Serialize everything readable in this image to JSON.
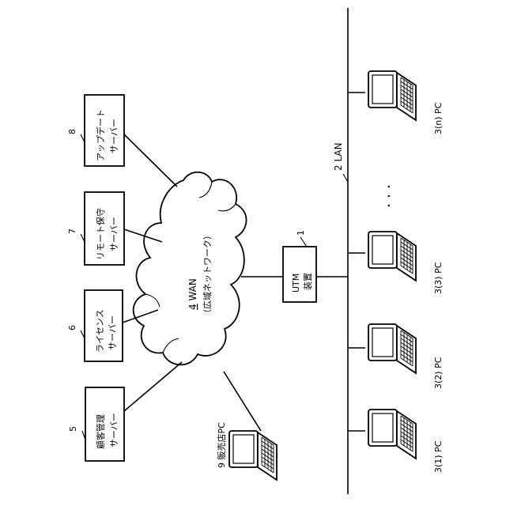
{
  "lan": {
    "number": "2",
    "label": "LAN"
  },
  "wan": {
    "number": "4",
    "name": "WAN",
    "desc": "（広域ネットワーク）"
  },
  "utm": {
    "number": "1",
    "line1": "UTM",
    "line2": "装置"
  },
  "servers": [
    {
      "number": "5",
      "line1": "顧客管理",
      "line2": "サーバー"
    },
    {
      "number": "6",
      "line1": "ライセンス",
      "line2": "サーバー"
    },
    {
      "number": "7",
      "line1": "リモート保守",
      "line2": "サーバー"
    },
    {
      "number": "8",
      "line1": "アップデート",
      "line2": "サーバー"
    }
  ],
  "pcs": [
    {
      "label": "3(n) PC"
    },
    {
      "label": "3(3) PC"
    },
    {
      "label": "3(2) PC"
    },
    {
      "label": "3(1) PC"
    }
  ],
  "dealer_pc": {
    "label": "9 販売店PC"
  },
  "ellipsis": "・・・"
}
